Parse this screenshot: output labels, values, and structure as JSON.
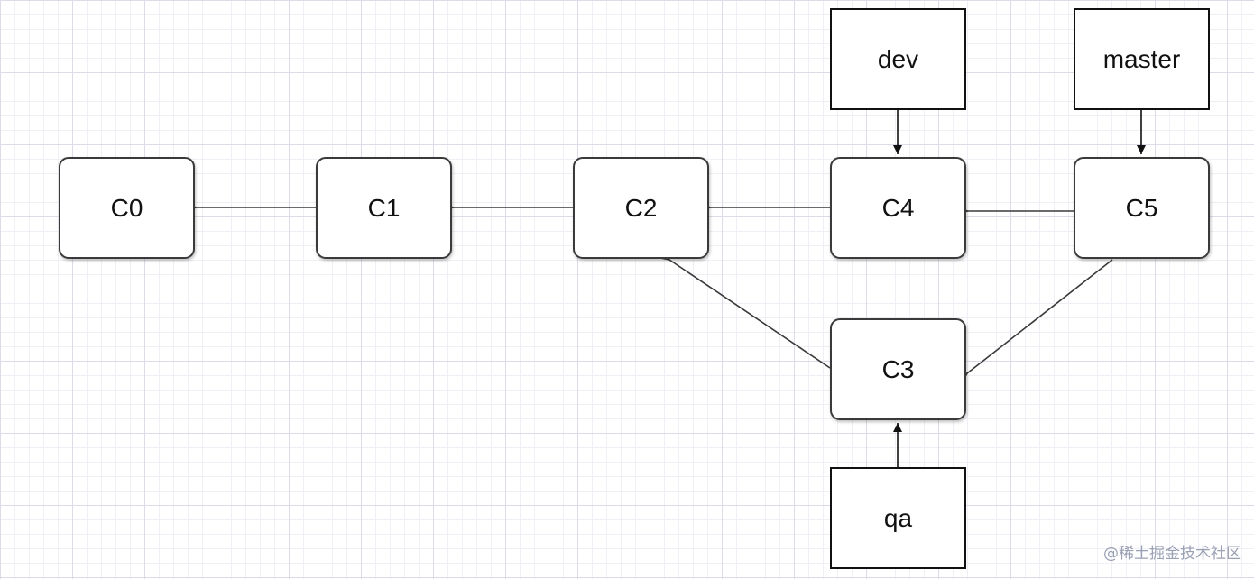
{
  "commits": {
    "c0": "C0",
    "c1": "C1",
    "c2": "C2",
    "c3": "C3",
    "c4": "C4",
    "c5": "C5"
  },
  "branches": {
    "dev": "dev",
    "master": "master",
    "qa": "qa"
  },
  "edges": [
    {
      "from": "C1",
      "to": "C0",
      "style": "open-arrow"
    },
    {
      "from": "C2",
      "to": "C1",
      "style": "open-arrow"
    },
    {
      "from": "C4",
      "to": "C2",
      "style": "open-arrow"
    },
    {
      "from": "C5",
      "to": "C4",
      "style": "open-arrow"
    },
    {
      "from": "C3",
      "to": "C2",
      "style": "open-arrow"
    },
    {
      "from": "C5",
      "to": "C3",
      "style": "open-arrow"
    },
    {
      "from": "dev",
      "to": "C4",
      "style": "filled-arrow"
    },
    {
      "from": "master",
      "to": "C5",
      "style": "filled-arrow"
    },
    {
      "from": "qa",
      "to": "C3",
      "style": "filled-arrow"
    }
  ],
  "watermark": "@稀土掘金技术社区",
  "colors": {
    "stroke": "#3a3a3a",
    "grid": "#dcdce8",
    "watermark": "#9aa0b4"
  }
}
